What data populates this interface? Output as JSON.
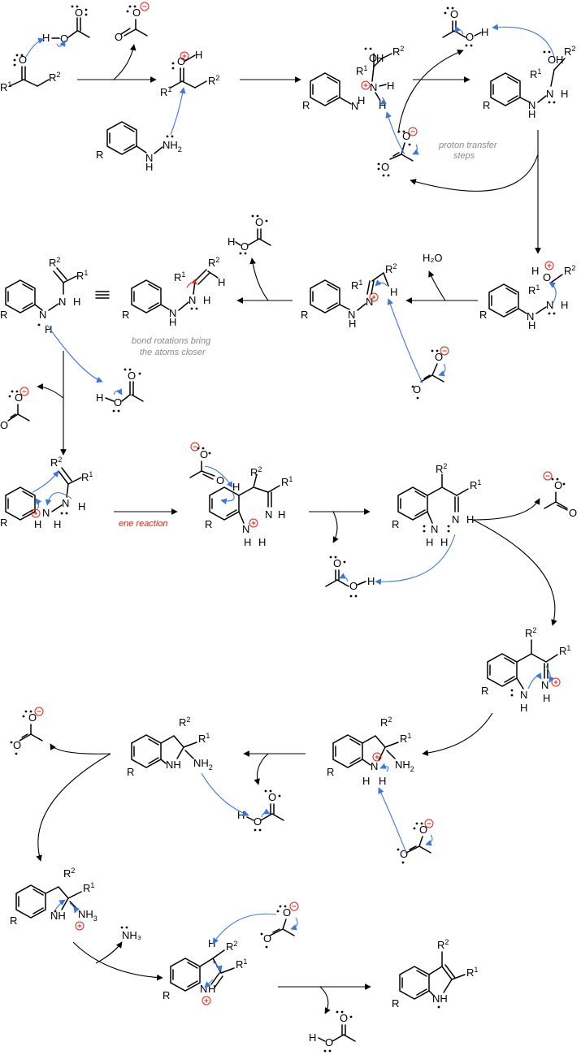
{
  "labels": {
    "proton_transfer_1": "proton transfer",
    "proton_transfer_2": "steps",
    "bond_rotations_1": "bond rotations bring",
    "bond_rotations_2": "the atoms closer",
    "ene_reaction": "ene reaction",
    "water": "H₂O",
    "ammonia": "NH₃"
  },
  "atoms": {
    "O": "O",
    "H": "H",
    "N": "N",
    "R": "R",
    "R1": "R",
    "R2": "R",
    "sup1": "1",
    "sup2": "2",
    "NH2": "NH₂",
    "NH3": "NH₃",
    "NH": "NH"
  },
  "colors": {
    "curly_arrow": "#3a78e0",
    "charge_red": "#e02010",
    "note_gray": "#8a8a8a"
  }
}
